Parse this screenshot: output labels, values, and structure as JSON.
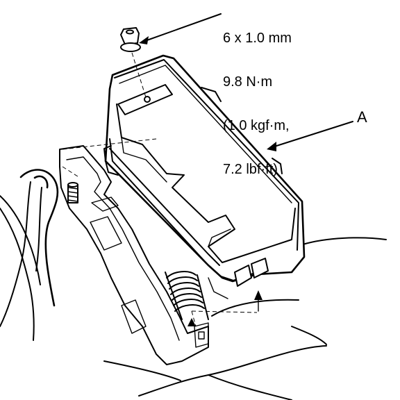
{
  "callouts": {
    "spec_lines": [
      "6 x 1.0 mm",
      "9.8 N·m",
      "(1.0 kgf·m,",
      "7.2 lbf·ft)"
    ],
    "label_a": "A"
  },
  "colors": {
    "line": "#000000",
    "background": "#ffffff"
  }
}
